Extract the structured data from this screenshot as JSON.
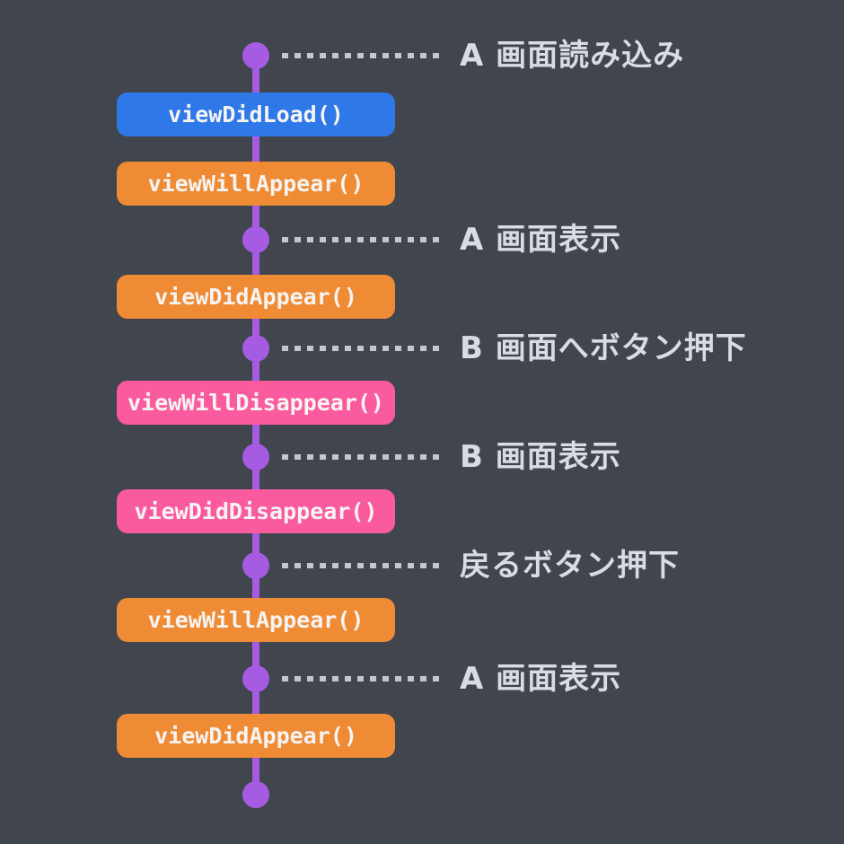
{
  "diagram": {
    "subject": "view-controller-lifecycle-timeline",
    "colors": {
      "background": "#41454d",
      "timeline_purple": "#a55ce3",
      "box_blue": "#2e78e8",
      "box_orange": "#ef8b35",
      "box_pink": "#fa5a9e",
      "box_text": "#f6f4f2",
      "event_label_text": "#dbdbe3",
      "dotted_connector": "#c6c6cf"
    },
    "events": [
      {
        "label": "A 画面読み込み"
      },
      {
        "label": "A 画面表示"
      },
      {
        "label": "B 画面へボタン押下"
      },
      {
        "label": "B 画面表示"
      },
      {
        "label": "戻るボタン押下"
      },
      {
        "label": "A 画面表示"
      },
      {
        "label": ""
      }
    ],
    "methods": [
      {
        "label": "viewDidLoad()",
        "color": "#2e78e8"
      },
      {
        "label": "viewWillAppear()",
        "color": "#ef8b35"
      },
      {
        "label": "viewDidAppear()",
        "color": "#ef8b35"
      },
      {
        "label": "viewWillDisappear()",
        "color": "#fa5a9e"
      },
      {
        "label": "viewDidDisappear()",
        "color": "#fa5a9e"
      },
      {
        "label": "viewWillAppear()",
        "color": "#ef8b35"
      },
      {
        "label": "viewDidAppear()",
        "color": "#ef8b35"
      }
    ]
  }
}
